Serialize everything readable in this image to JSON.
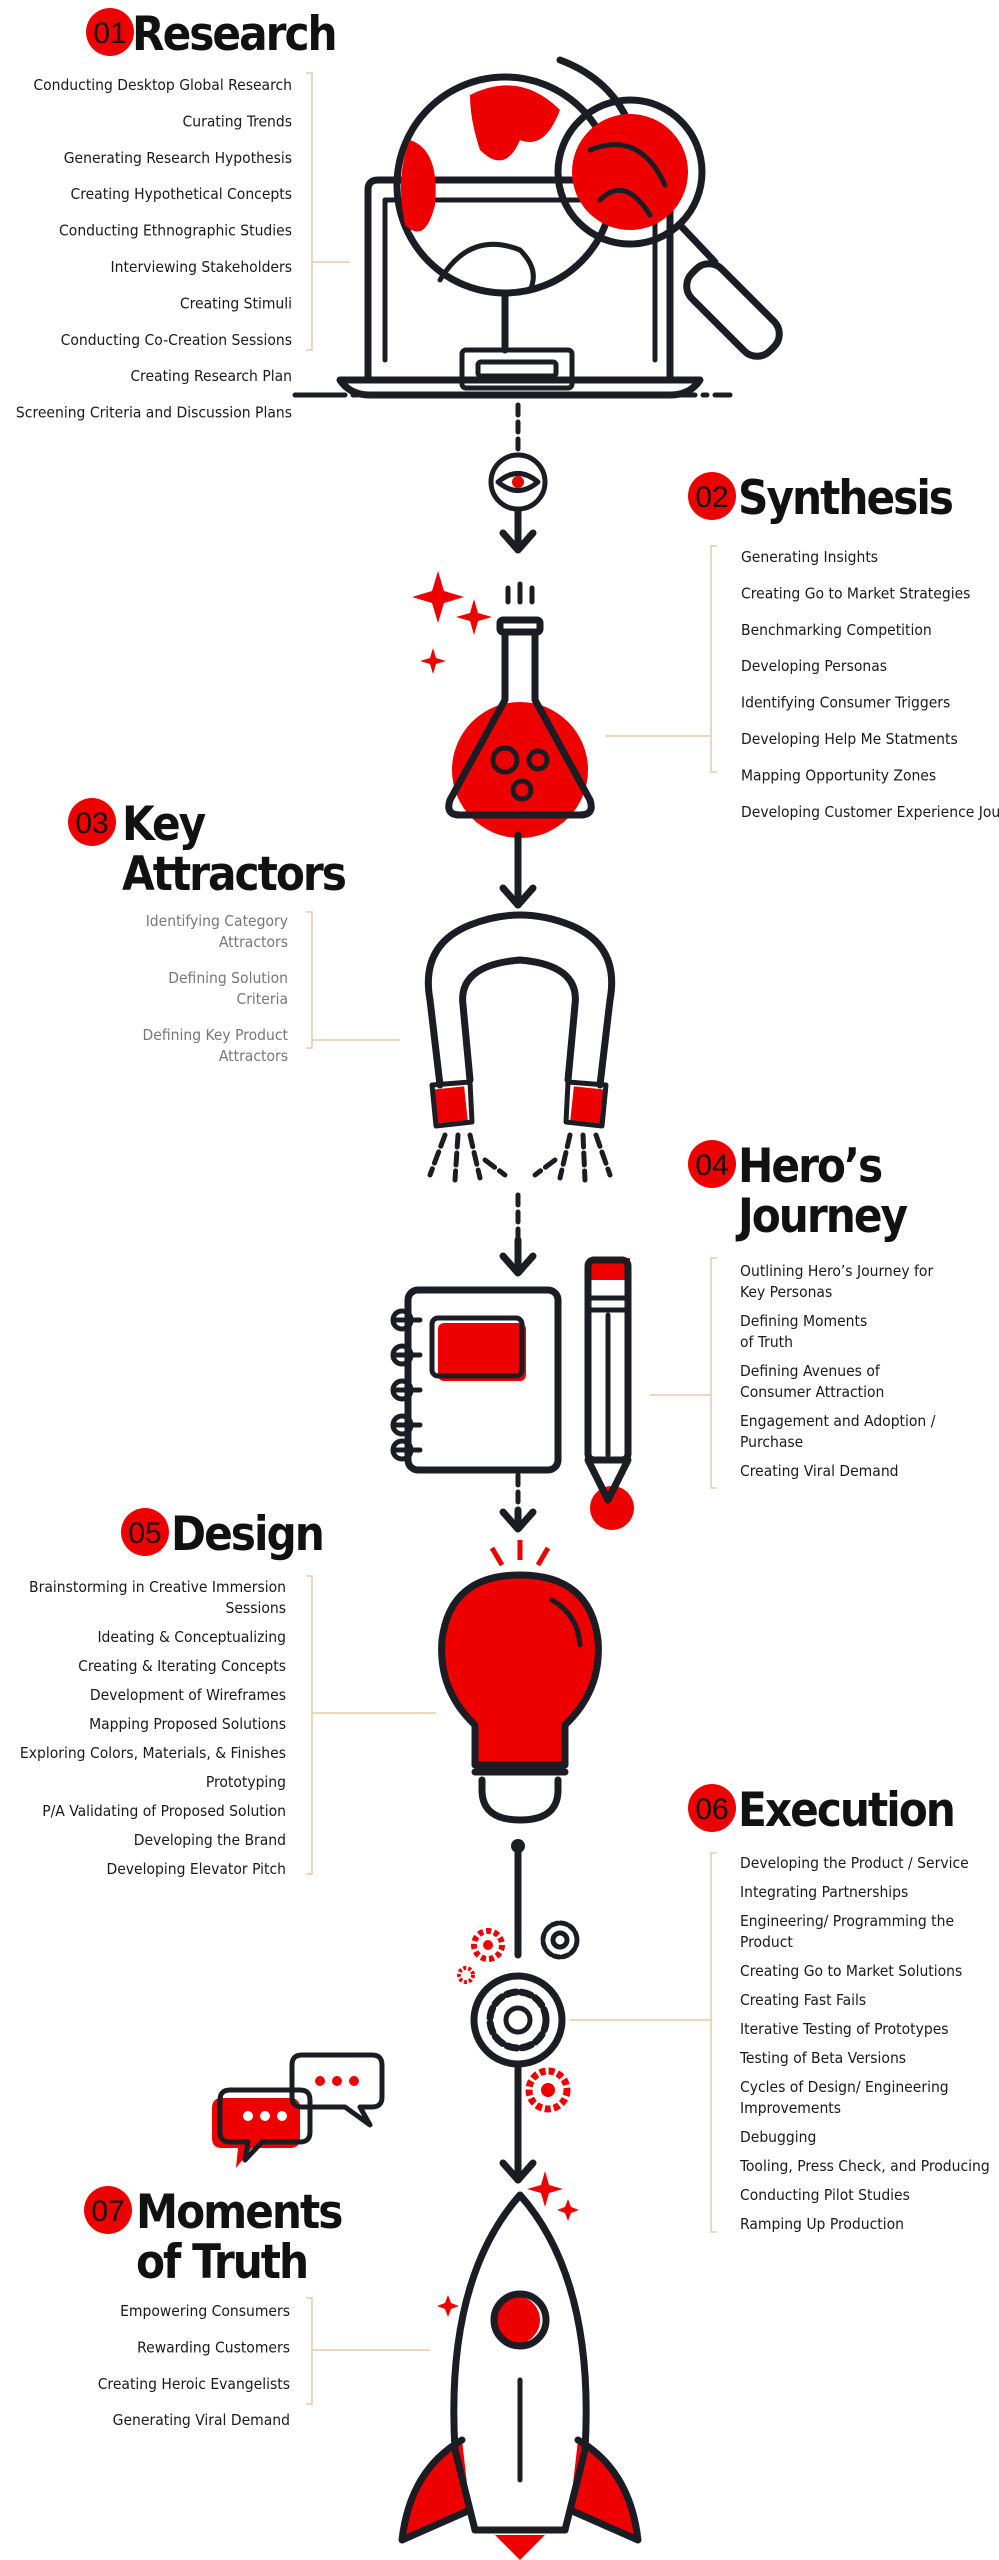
{
  "sections": [
    {
      "number": "01",
      "title": [
        "Research"
      ],
      "items": [
        "Conducting Desktop Global Research",
        "Curating Trends",
        "Generating Research Hypothesis",
        "Creating Hypothetical Concepts",
        "Conducting Ethnographic Studies",
        "Interviewing Stakeholders",
        "Creating Stimuli",
        "Conducting Co-Creation Sessions",
        "Creating Research Plan",
        "Screening Criteria and Discussion Plans"
      ]
    },
    {
      "number": "02",
      "title": [
        "Synthesis"
      ],
      "items": [
        "Generating Insights",
        "Creating Go to Market Strategies",
        "Benchmarking Competition",
        "Developing Personas",
        "Identifying Consumer Triggers",
        "Developing Help Me Statments",
        "Mapping Opportunity Zones",
        "Developing Customer Experience Journey"
      ]
    },
    {
      "number": "03",
      "title": [
        "Key",
        "Attractors"
      ],
      "items": [
        [
          "Identifying Category",
          "Attractors"
        ],
        [
          "Defining Solution",
          "Criteria"
        ],
        [
          "Defining Key Product",
          "Attractors"
        ]
      ]
    },
    {
      "number": "04",
      "title": [
        "Hero’s",
        "Journey"
      ],
      "items": [
        [
          "Outlining Hero’s Journey for",
          "Key Personas"
        ],
        [
          "Defining Moments",
          "of Truth"
        ],
        [
          "Defining Avenues of",
          "Consumer Attraction"
        ],
        [
          "Engagement and Adoption /",
          "Purchase"
        ],
        [
          "Creating Viral Demand"
        ]
      ]
    },
    {
      "number": "05",
      "title": [
        "Design"
      ],
      "items": [
        [
          "Brainstorming in Creative Immersion",
          "Sessions"
        ],
        [
          "Ideating & Conceptualizing"
        ],
        [
          "Creating & Iterating Concepts"
        ],
        [
          "Development of Wireframes"
        ],
        [
          "Mapping Proposed Solutions"
        ],
        [
          "Exploring Colors, Materials, & Finishes"
        ],
        [
          "Prototyping"
        ],
        [
          "P/A Validating of Proposed Solution"
        ],
        [
          "Developing the Brand"
        ],
        [
          "Developing Elevator Pitch"
        ]
      ]
    },
    {
      "number": "06",
      "title": [
        "Execution"
      ],
      "items": [
        [
          "Developing the Product / Service"
        ],
        [
          "Integrating Partnerships"
        ],
        [
          "Engineering/ Programming the",
          "Product"
        ],
        [
          "Creating Go to Market Solutions"
        ],
        [
          "Creating Fast Fails"
        ],
        [
          "Iterative Testing of Prototypes"
        ],
        [
          "Testing of Beta Versions"
        ],
        [
          "Cycles of Design/ Engineering",
          "Improvements"
        ],
        [
          "Debugging"
        ],
        [
          "Tooling, Press Check, and Producing"
        ],
        [
          "Conducting Pilot Studies"
        ],
        [
          "Ramping Up Production"
        ]
      ]
    },
    {
      "number": "07",
      "title": [
        "Moments",
        "of Truth"
      ],
      "items": [
        "Empowering Consumers",
        "Rewarding Customers",
        "Creating Heroic Evangelists",
        "Generating Viral Demand"
      ]
    }
  ],
  "icons": [
    "globe-laptop-magnifier-icon",
    "eye-icon",
    "flask-icon",
    "magnet-icon",
    "notebook-icon",
    "pencil-icon",
    "lightbulb-icon",
    "gears-icon",
    "chat-bubbles-icon",
    "rocket-icon"
  ],
  "colors": {
    "accent_red": "#ee0000",
    "ink": "#1c1c24",
    "bracket": "#e8c9a3",
    "muted_text": "#777777"
  }
}
